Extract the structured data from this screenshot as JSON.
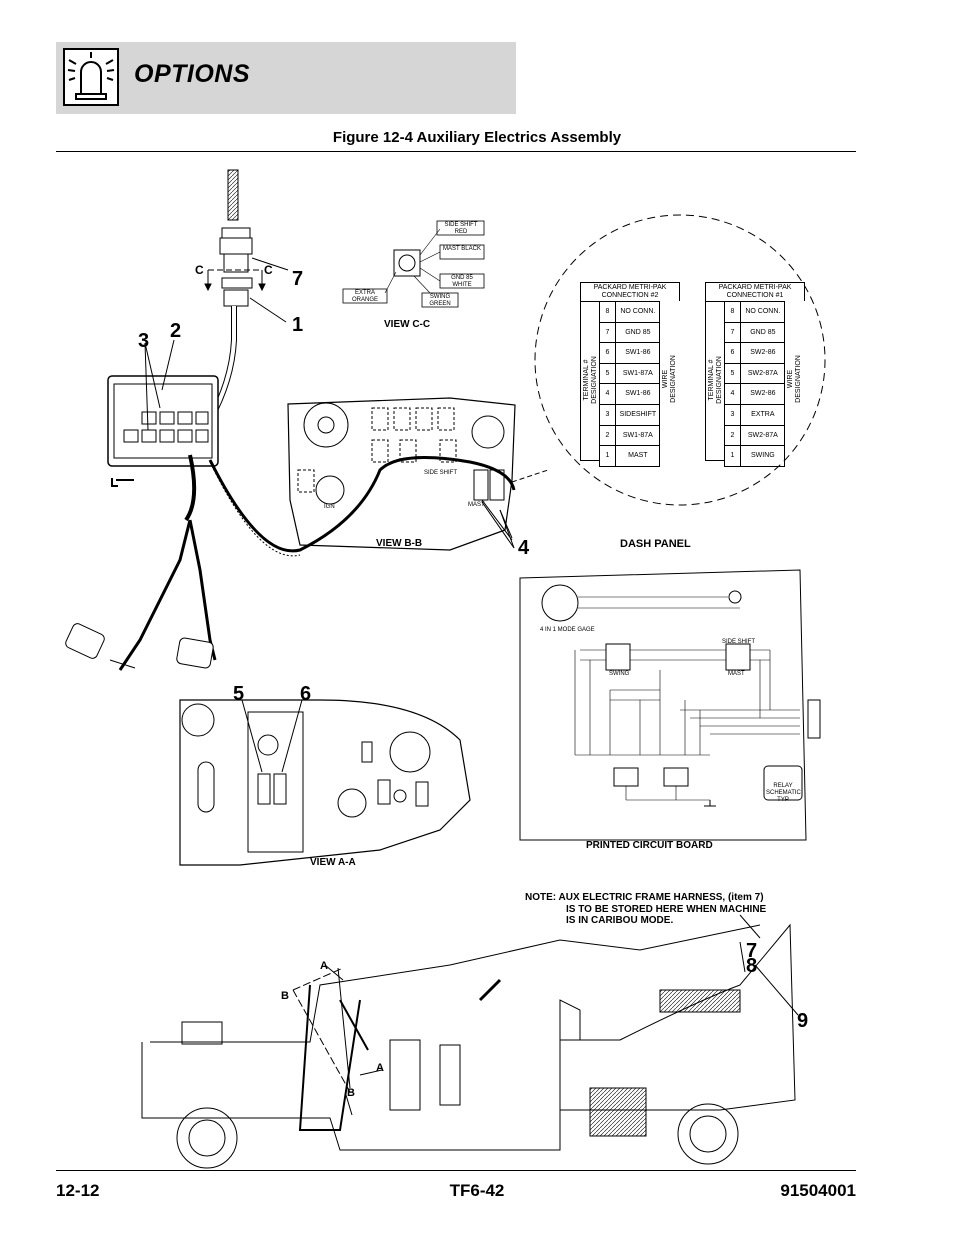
{
  "header": {
    "title": "OPTIONS",
    "icon": "beacon-light-icon"
  },
  "figure": {
    "title": "Figure 12-4 Auxiliary Electrics Assembly"
  },
  "labels": {
    "view_cc": "VIEW C-C",
    "view_bb": "VIEW B-B",
    "view_aa": "VIEW A-A",
    "dash_panel": "DASH PANEL",
    "pcb": "PRINTED CIRCUIT BOARD",
    "note_line1": "NOTE:  AUX ELECTRIC FRAME HARNESS, (item 7)",
    "note_line2": "IS TO BE STORED HERE WHEN MACHINE",
    "note_line3": "IS IN CARIBOU MODE.",
    "section_c": "C",
    "section_a": "A",
    "section_b": "B",
    "ign": "IGN",
    "side_shift": "SIDE SHIFT",
    "mast": "MAST",
    "swing_label": "SWING",
    "four_in_one": "4 IN 1 MODE GAGE",
    "relay_schematic": "RELAY SCHEMATIC TYP"
  },
  "connector_cc": {
    "side_shift": "SIDE SHIFT RED",
    "mast": "MAST BLACK",
    "gnd": "GND 85 WHITE",
    "swing": "SWING GREEN",
    "extra": "EXTRA ORANGE"
  },
  "items": {
    "n1": "1",
    "n2": "2",
    "n3": "3",
    "n4": "4",
    "n5": "5",
    "n6": "6",
    "n7": "7",
    "n7b": "7",
    "n8": "8",
    "n9": "9"
  },
  "table2": {
    "title1": "PACKARD METRI-PAK",
    "title2": "CONNECTION #2",
    "left_label1": "TERMINAL #",
    "left_label2": "DESIGNATION",
    "right_label1": "WIRE",
    "right_label2": "DESIGNATION",
    "rows": [
      {
        "n": "8",
        "v": "NO CONN."
      },
      {
        "n": "7",
        "v": "GND 85"
      },
      {
        "n": "6",
        "v": "SW1-86"
      },
      {
        "n": "5",
        "v": "SW1-87A"
      },
      {
        "n": "4",
        "v": "SW1-86"
      },
      {
        "n": "3",
        "v": "SIDESHIFT"
      },
      {
        "n": "2",
        "v": "SW1-87A"
      },
      {
        "n": "1",
        "v": "MAST"
      }
    ]
  },
  "table1": {
    "title1": "PACKARD METRI-PAK",
    "title2": "CONNECTION #1",
    "left_label1": "TERMINAL #",
    "left_label2": "DESIGNATION",
    "right_label1": "WIRE",
    "right_label2": "DESIGNATION",
    "rows": [
      {
        "n": "8",
        "v": "NO CONN."
      },
      {
        "n": "7",
        "v": "GND 85"
      },
      {
        "n": "6",
        "v": "SW2-86"
      },
      {
        "n": "5",
        "v": "SW2-87A"
      },
      {
        "n": "4",
        "v": "SW2-86"
      },
      {
        "n": "3",
        "v": "EXTRA"
      },
      {
        "n": "2",
        "v": "SW2-87A"
      },
      {
        "n": "1",
        "v": "SWING"
      }
    ]
  },
  "footer": {
    "left": "12-12",
    "center": "TF6-42",
    "right": "91504001"
  }
}
